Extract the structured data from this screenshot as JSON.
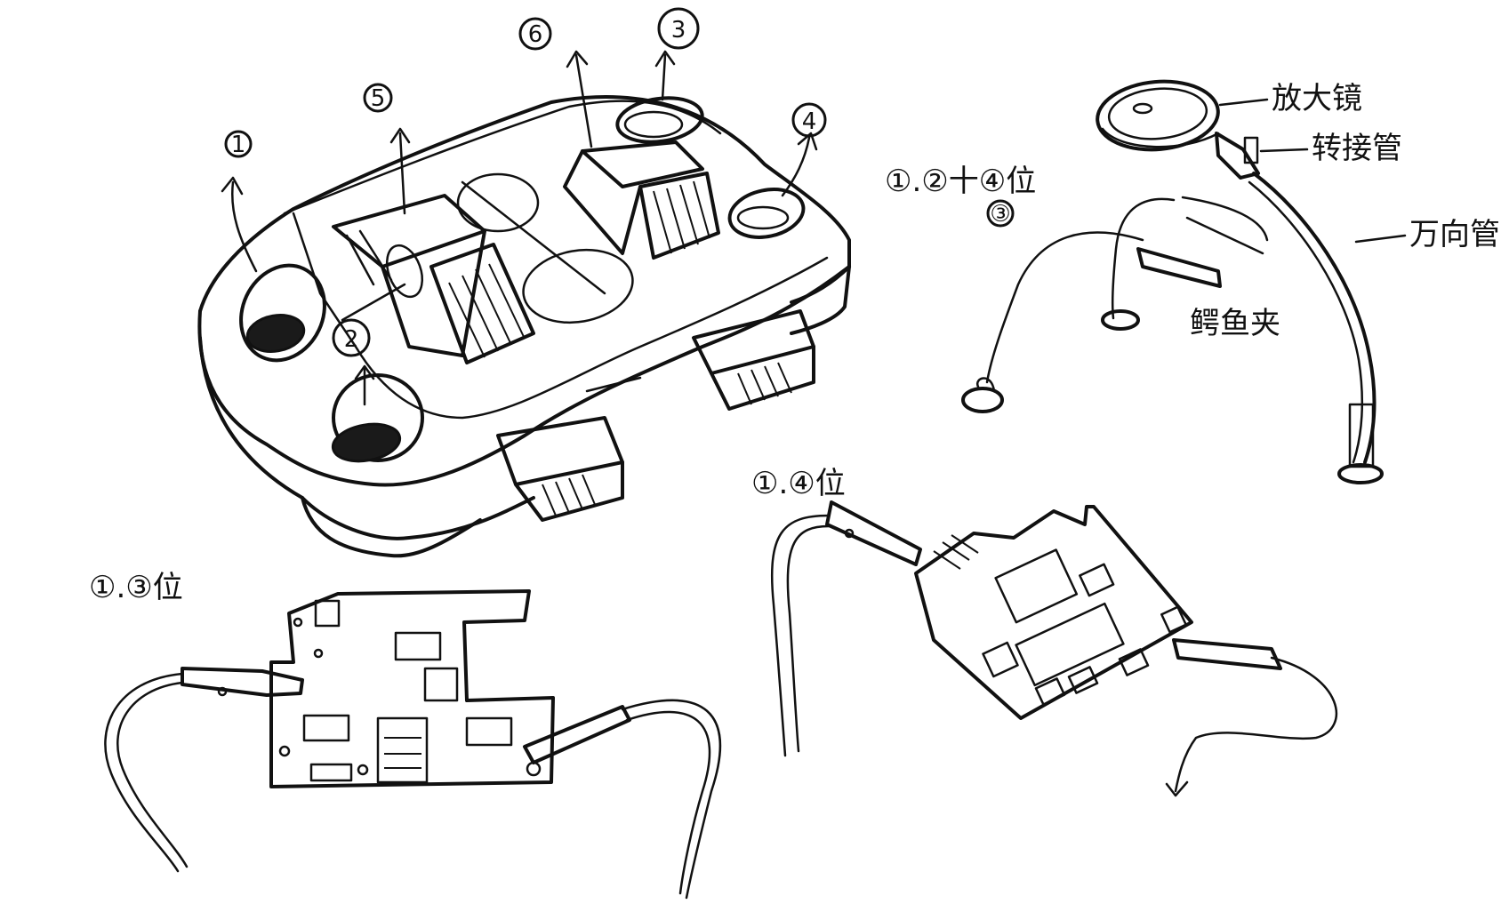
{
  "device_callouts": [
    "1",
    "2",
    "3",
    "4",
    "5",
    "6"
  ],
  "labels": {
    "combo_top": "①.②十④位",
    "combo_sub": "③",
    "label_14": "①.④位",
    "label_13": "①.③位",
    "magnifier": "放大镜",
    "adapter_tube": "转接管",
    "gooseneck": "万向管",
    "alligator_clip": "鳄鱼夹"
  },
  "colors": {
    "ink": "#111111",
    "paper": "#ffffff"
  }
}
